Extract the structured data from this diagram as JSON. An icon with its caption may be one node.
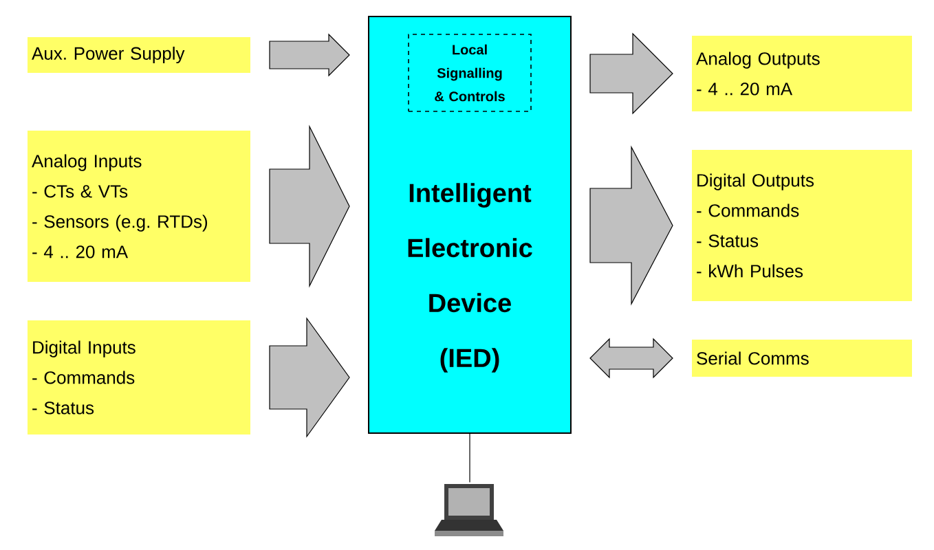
{
  "diagram": {
    "nodes": [
      {
        "text": [
          "Aux. Power Supply"
        ]
      },
      {
        "text": [
          "Analog Inputs",
          "- CTs & VTs",
          "- Sensors (e.g. RTDs)",
          "- 4 .. 20 mA"
        ]
      },
      {
        "text": [
          "Digital Inputs",
          "- Commands",
          "- Status"
        ]
      },
      {
        "text": [
          "Intelligent Electronic Device (IED)"
        ]
      },
      {
        "text": [
          "Local Signalling & Controls"
        ],
        "in": 3
      },
      {
        "text": [
          "Analog Outputs",
          "- 4 .. 20 mA"
        ]
      },
      {
        "text": [
          "Digital Outputs",
          "- Commands",
          "- Status",
          "- kWh Pulses"
        ]
      },
      {
        "text": [
          "Serial Comms"
        ]
      },
      {
        "text": [],
        "shape": "laptop"
      }
    ],
    "edges": [
      {
        "from": 0,
        "to": 3,
        "arrow": "to"
      },
      {
        "from": 1,
        "to": 3,
        "arrow": "to"
      },
      {
        "from": 2,
        "to": 3,
        "arrow": "to"
      },
      {
        "from": 3,
        "to": 5,
        "arrow": "to"
      },
      {
        "from": 3,
        "to": 6,
        "arrow": "to"
      },
      {
        "from": 7,
        "to": 3,
        "arrow": "both"
      },
      {
        "from": 3,
        "to": 8,
        "arrow": "none"
      }
    ]
  }
}
